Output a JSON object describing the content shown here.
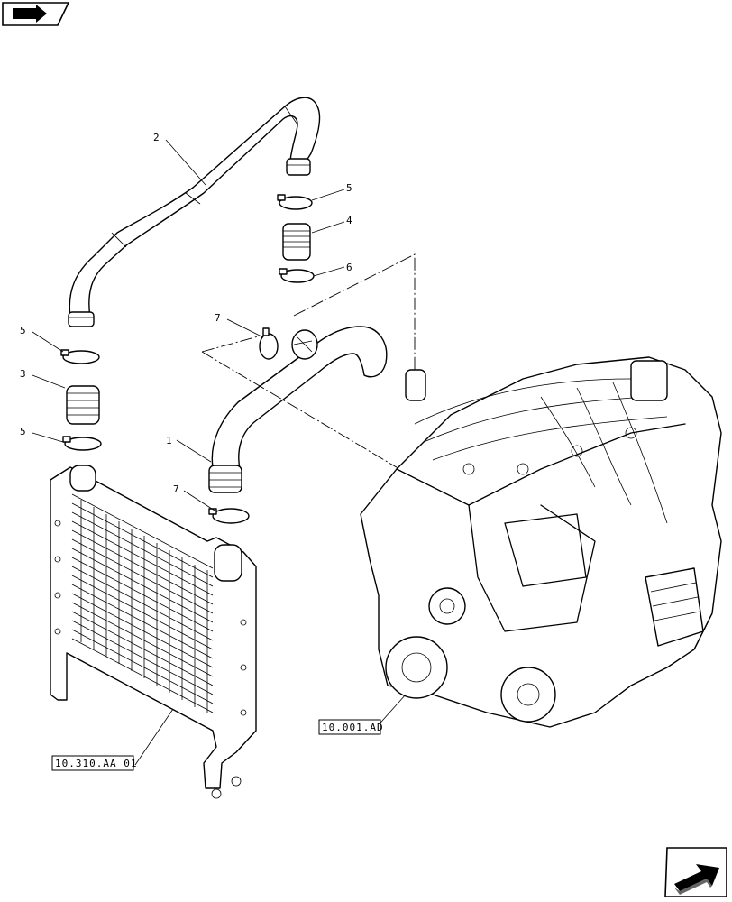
{
  "nav": {
    "top_icon": "book-arrow-icon",
    "bottom_icon": "next-page-arrow-icon"
  },
  "callouts": [
    {
      "label": "1"
    },
    {
      "label": "2"
    },
    {
      "label": "3"
    },
    {
      "label": "4"
    },
    {
      "label": "5"
    },
    {
      "label": "5"
    },
    {
      "label": "5"
    },
    {
      "label": "6"
    },
    {
      "label": "7"
    },
    {
      "label": "7"
    }
  ],
  "references": [
    {
      "label": "10.310.AA 01"
    },
    {
      "label": "10.001.AD"
    }
  ],
  "colors": {
    "line": "#000000",
    "background": "#ffffff"
  }
}
